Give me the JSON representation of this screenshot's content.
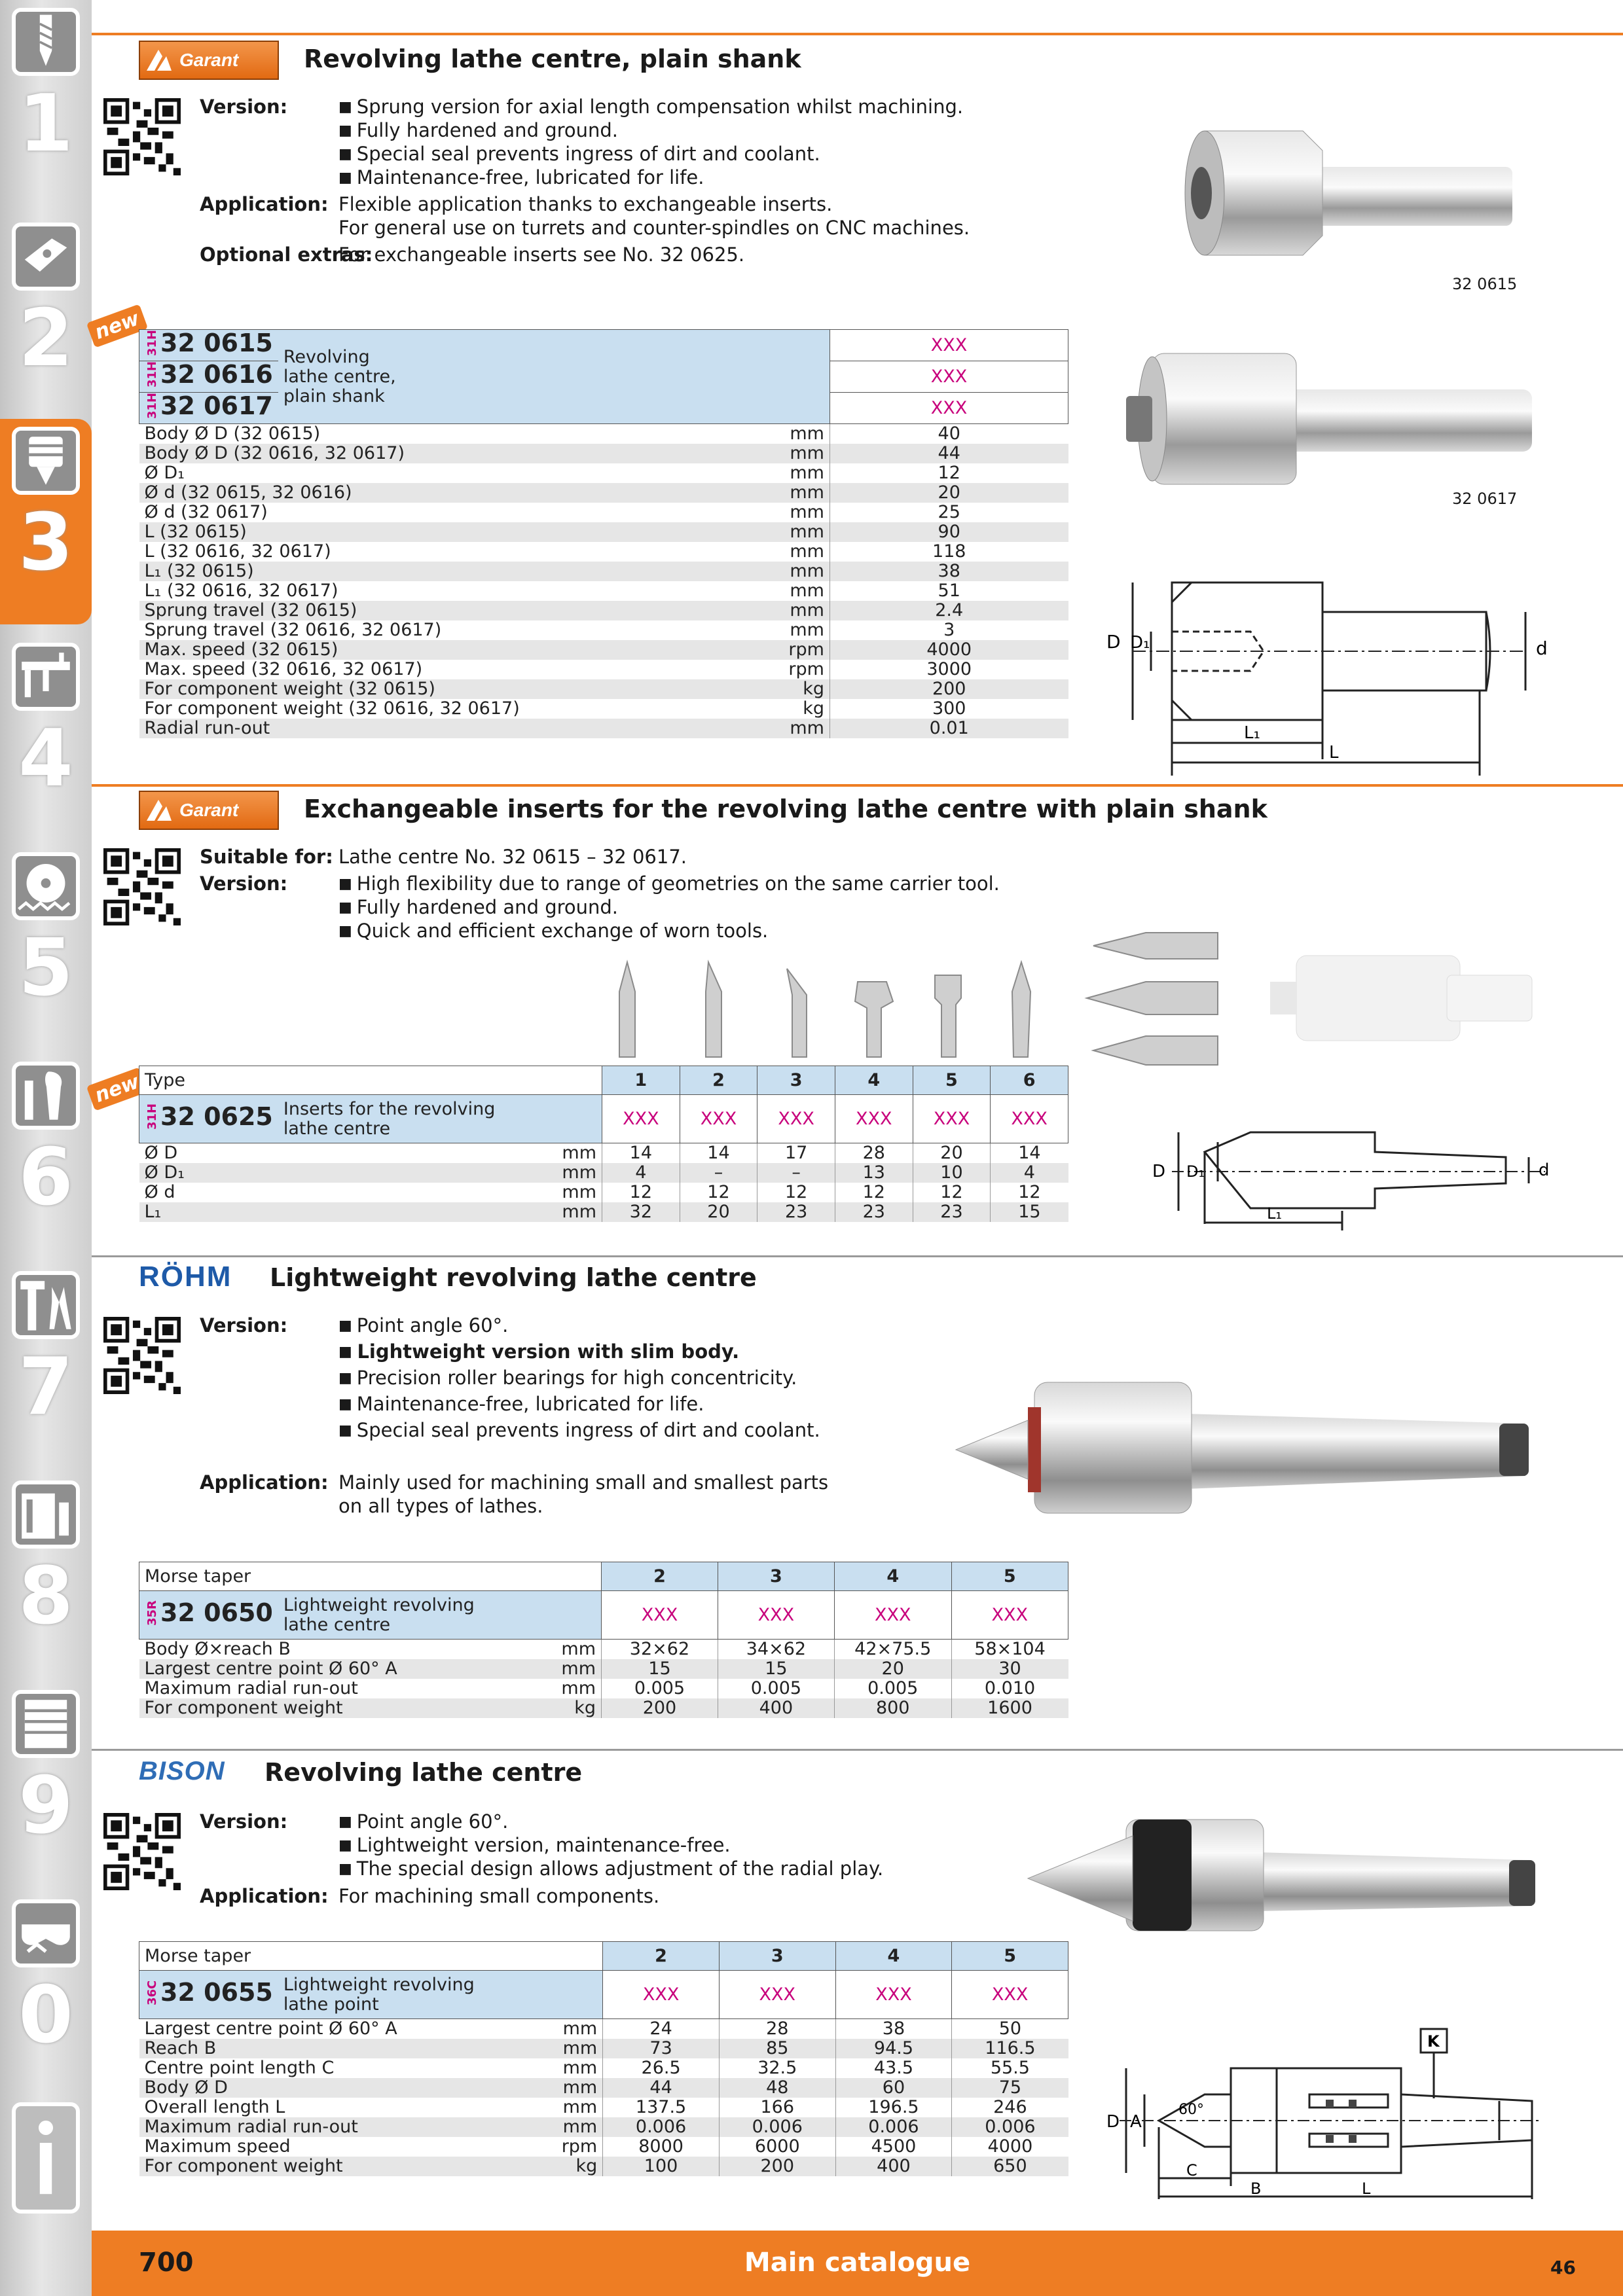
{
  "tabs": [
    {
      "num": "1",
      "icon": "drill-icon"
    },
    {
      "num": "2",
      "icon": "insert-icon"
    },
    {
      "num": "3",
      "icon": "chuck-icon"
    },
    {
      "num": "4",
      "icon": "caliper-icon"
    },
    {
      "num": "5",
      "icon": "saw-icon"
    },
    {
      "num": "6",
      "icon": "wrench-icon"
    },
    {
      "num": "7",
      "icon": "pliers-icon"
    },
    {
      "num": "8",
      "icon": "toolbox-icon"
    },
    {
      "num": "9",
      "icon": "cabinet-icon"
    },
    {
      "num": "0",
      "icon": "safety-glasses-icon"
    },
    {
      "num": "i",
      "icon": "info-icon"
    }
  ],
  "s1": {
    "brand": "Garant",
    "title": "Revolving lathe centre, plain shank",
    "version_label": "Version:",
    "version": [
      "Sprung version for axial length compensation whilst machining.",
      "Fully hardened and ground.",
      "Special seal prevents ingress of dirt and coolant.",
      "Maintenance-free, lubricated for life."
    ],
    "application_label": "Application:",
    "application": [
      "Flexible application thanks to exchangeable inserts.",
      "For general use on turrets  and counter-spindles on CNC machines."
    ],
    "extras_label": "Optional extras:",
    "extras": "For exchangeable inserts see No. 32 0625.",
    "new": "new",
    "articles": [
      {
        "side": "31H",
        "no": "32 0615",
        "price": "XXX"
      },
      {
        "side": "31H",
        "no": "32 0616",
        "price": "XXX"
      },
      {
        "side": "31H",
        "no": "32 0617",
        "price": "XXX"
      }
    ],
    "article_desc": [
      "Revolving",
      "lathe centre,",
      "plain shank"
    ],
    "rows": [
      {
        "label": "Body Ø D (32 0615)",
        "unit": "mm",
        "value": "40"
      },
      {
        "label": "Body Ø D (32 0616, 32 0617)",
        "unit": "mm",
        "value": "44"
      },
      {
        "label": "Ø D₁",
        "unit": "mm",
        "value": "12"
      },
      {
        "label": "Ø d (32 0615, 32 0616)",
        "unit": "mm",
        "value": "20"
      },
      {
        "label": "Ø d (32 0617)",
        "unit": "mm",
        "value": "25"
      },
      {
        "label": "L (32 0615)",
        "unit": "mm",
        "value": "90"
      },
      {
        "label": "L (32 0616, 32 0617)",
        "unit": "mm",
        "value": "118"
      },
      {
        "label": "L₁ (32 0615)",
        "unit": "mm",
        "value": "38"
      },
      {
        "label": "L₁ (32 0616, 32 0617)",
        "unit": "mm",
        "value": "51"
      },
      {
        "label": "Sprung travel (32 0615)",
        "unit": "mm",
        "value": "2.4"
      },
      {
        "label": "Sprung travel (32 0616, 32 0617)",
        "unit": "mm",
        "value": "3"
      },
      {
        "label": "Max. speed (32 0615)",
        "unit": "rpm",
        "value": "4000"
      },
      {
        "label": "Max. speed (32 0616, 32 0617)",
        "unit": "rpm",
        "value": "3000"
      },
      {
        "label": "For component weight (32 0615)",
        "unit": "kg",
        "value": "200"
      },
      {
        "label": "For component weight (32 0616, 32 0617)",
        "unit": "kg",
        "value": "300"
      },
      {
        "label": "Radial run-out",
        "unit": "mm",
        "value": "0.01"
      }
    ],
    "pic1": "32 0615",
    "pic2": "32 0617",
    "dims": {
      "D": "D",
      "D1": "D₁",
      "d": "d",
      "L1": "L₁",
      "L": "L"
    }
  },
  "s2": {
    "brand": "Garant",
    "title": "Exchangeable inserts for the revolving lathe centre with plain shank",
    "suitable_label": "Suitable for:",
    "suitable": "Lathe centre No. 32 0615 – 32 0617.",
    "version_label": "Version:",
    "version": [
      "High flexibility due to range of geometries on the same carrier tool.",
      "Fully hardened and ground.",
      "Quick and efficient exchange of worn tools."
    ],
    "new": "new",
    "type_label": "Type",
    "types": [
      "1",
      "2",
      "3",
      "4",
      "5",
      "6"
    ],
    "side": "31H",
    "no": "32 0625",
    "desc": [
      "Inserts for the revolving",
      "lathe centre"
    ],
    "prices": [
      "XXX",
      "XXX",
      "XXX",
      "XXX",
      "XXX",
      "XXX"
    ],
    "rows": [
      {
        "label": "Ø D",
        "unit": "mm",
        "values": [
          "14",
          "14",
          "17",
          "28",
          "20",
          "14"
        ]
      },
      {
        "label": "Ø D₁",
        "unit": "mm",
        "values": [
          "4",
          "–",
          "–",
          "13",
          "10",
          "4"
        ]
      },
      {
        "label": "Ø d",
        "unit": "mm",
        "values": [
          "12",
          "12",
          "12",
          "12",
          "12",
          "12"
        ]
      },
      {
        "label": "L₁",
        "unit": "mm",
        "values": [
          "32",
          "20",
          "23",
          "23",
          "23",
          "15"
        ]
      }
    ],
    "dims": {
      "D": "D",
      "D1": "D₁",
      "d": "d",
      "L1": "L₁"
    }
  },
  "s3": {
    "brand": "RÖHM",
    "title": "Lightweight revolving lathe centre",
    "version_label": "Version:",
    "version": [
      "Point angle 60°.",
      "Lightweight version with slim body.",
      "Precision roller bearings for high concentricity.",
      "Maintenance-free, lubricated for life.",
      "Special seal prevents ingress of dirt and coolant."
    ],
    "application_label": "Application:",
    "application": [
      "Mainly used for machining small and smallest parts",
      "on all types of lathes."
    ],
    "taper_label": "Morse taper",
    "tapers": [
      "2",
      "3",
      "4",
      "5"
    ],
    "side": "35R",
    "no": "32 0650",
    "desc": [
      "Lightweight revolving",
      "lathe centre"
    ],
    "prices": [
      "XXX",
      "XXX",
      "XXX",
      "XXX"
    ],
    "rows": [
      {
        "label": "Body Ø×reach B",
        "unit": "mm",
        "values": [
          "32×62",
          "34×62",
          "42×75.5",
          "58×104"
        ]
      },
      {
        "label": "Largest centre point Ø 60° A",
        "unit": "mm",
        "values": [
          "15",
          "15",
          "20",
          "30"
        ]
      },
      {
        "label": "Maximum radial run-out",
        "unit": "mm",
        "values": [
          "0.005",
          "0.005",
          "0.005",
          "0.010"
        ]
      },
      {
        "label": "For component weight",
        "unit": "kg",
        "values": [
          "200",
          "400",
          "800",
          "1600"
        ]
      }
    ]
  },
  "s4": {
    "brand": "BISON",
    "title": "Revolving lathe centre",
    "version_label": "Version:",
    "version": [
      "Point angle 60°.",
      "Lightweight version, maintenance-free.",
      "The special design allows adjustment of the radial play."
    ],
    "application_label": "Application:",
    "application": "For machining small components.",
    "taper_label": "Morse taper",
    "tapers": [
      "2",
      "3",
      "4",
      "5"
    ],
    "side": "36C",
    "no": "32 0655",
    "desc": [
      "Lightweight revolving",
      "lathe point"
    ],
    "prices": [
      "XXX",
      "XXX",
      "XXX",
      "XXX"
    ],
    "rows": [
      {
        "label": "Largest centre point Ø 60° A",
        "unit": "mm",
        "values": [
          "24",
          "28",
          "38",
          "50"
        ]
      },
      {
        "label": "Reach B",
        "unit": "mm",
        "values": [
          "73",
          "85",
          "94.5",
          "116.5"
        ]
      },
      {
        "label": "Centre point length C",
        "unit": "mm",
        "values": [
          "26.5",
          "32.5",
          "43.5",
          "55.5"
        ]
      },
      {
        "label": "Body Ø D",
        "unit": "mm",
        "values": [
          "44",
          "48",
          "60",
          "75"
        ]
      },
      {
        "label": "Overall length L",
        "unit": "mm",
        "values": [
          "137.5",
          "166",
          "196.5",
          "246"
        ]
      },
      {
        "label": "Maximum radial run-out",
        "unit": "mm",
        "values": [
          "0.006",
          "0.006",
          "0.006",
          "0.006"
        ]
      },
      {
        "label": "Maximum speed",
        "unit": "rpm",
        "values": [
          "8000",
          "6000",
          "4500",
          "4000"
        ]
      },
      {
        "label": "For component weight",
        "unit": "kg",
        "values": [
          "100",
          "200",
          "400",
          "650"
        ]
      }
    ],
    "dims": {
      "D": "D",
      "A": "A",
      "angle": "60°",
      "C": "C",
      "B": "B",
      "L": "L",
      "K": "K"
    }
  },
  "footer": {
    "page": "700",
    "title": "Main catalogue",
    "sub": "46"
  }
}
